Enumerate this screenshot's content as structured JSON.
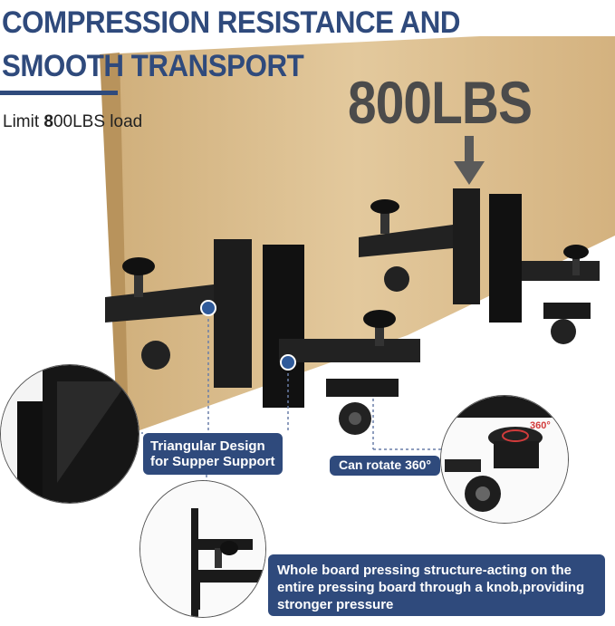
{
  "title": {
    "line1": "COMPRESSION RESISTANCE AND",
    "line2": "SMOOTH TRANSPORT"
  },
  "subtitle": {
    "prefix": "Limit ",
    "bold": "8",
    "suffix": "00LBS load"
  },
  "load_label": "800LBS",
  "callouts": {
    "triangular": "Triangular Design for Supper Support",
    "rotate": "Can rotate 360°",
    "rotate_badge": "360°",
    "pressing": "Whole board pressing structure-acting on the entire pressing board through a knob,providing stronger pressure"
  },
  "colors": {
    "brand_blue": "#2f4a7c",
    "board": "#d9b988",
    "metal": "#1c1c1c"
  },
  "icons": [
    "down-arrow-icon"
  ]
}
